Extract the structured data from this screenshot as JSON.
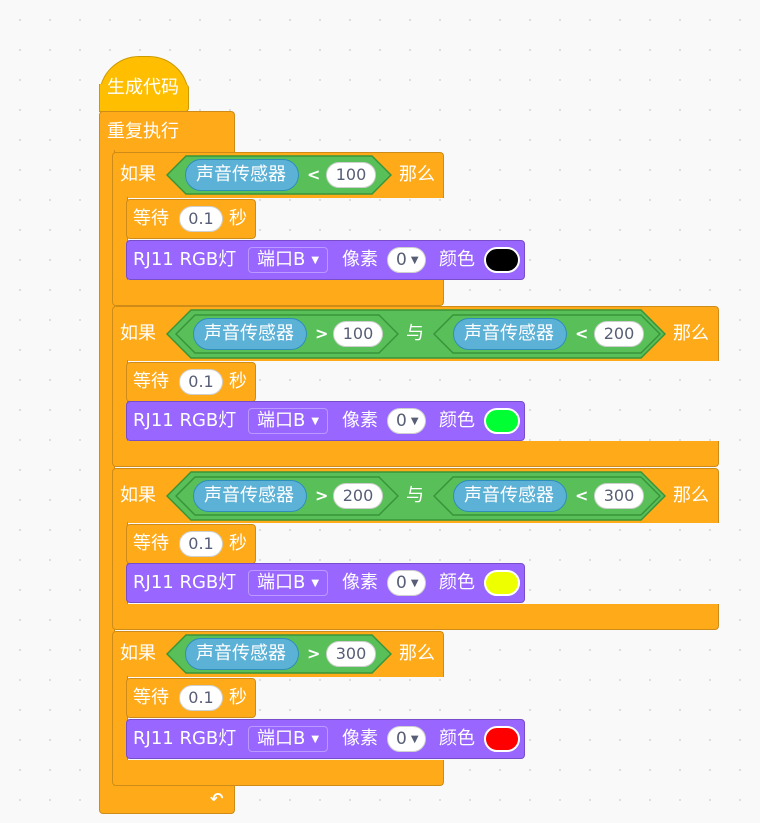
{
  "hat": {
    "label": "生成代码"
  },
  "forever": {
    "label": "重复执行"
  },
  "ifs": [
    {
      "if_label": "如果",
      "then_label": "那么",
      "cond": [
        {
          "sensor": "声音传感器",
          "op": "<",
          "value": "100"
        }
      ],
      "wait": {
        "label": "等待",
        "value": "0.1",
        "unit": "秒"
      },
      "rgb": {
        "label": "RJ11 RGB灯",
        "port": "端口B",
        "pixel_label": "像素",
        "pixel": "0",
        "color_label": "颜色",
        "color": "#000000"
      }
    },
    {
      "if_label": "如果",
      "then_label": "那么",
      "and_label": "与",
      "cond": [
        {
          "sensor": "声音传感器",
          "op": ">",
          "value": "100"
        },
        {
          "sensor": "声音传感器",
          "op": "<",
          "value": "200"
        }
      ],
      "wait": {
        "label": "等待",
        "value": "0.1",
        "unit": "秒"
      },
      "rgb": {
        "label": "RJ11 RGB灯",
        "port": "端口B",
        "pixel_label": "像素",
        "pixel": "0",
        "color_label": "颜色",
        "color": "#00ff33"
      }
    },
    {
      "if_label": "如果",
      "then_label": "那么",
      "and_label": "与",
      "cond": [
        {
          "sensor": "声音传感器",
          "op": ">",
          "value": "200"
        },
        {
          "sensor": "声音传感器",
          "op": "<",
          "value": "300"
        }
      ],
      "wait": {
        "label": "等待",
        "value": "0.1",
        "unit": "秒"
      },
      "rgb": {
        "label": "RJ11 RGB灯",
        "port": "端口B",
        "pixel_label": "像素",
        "pixel": "0",
        "color_label": "颜色",
        "color": "#eeff00"
      }
    },
    {
      "if_label": "如果",
      "then_label": "那么",
      "cond": [
        {
          "sensor": "声音传感器",
          "op": ">",
          "value": "300"
        }
      ],
      "wait": {
        "label": "等待",
        "value": "0.1",
        "unit": "秒"
      },
      "rgb": {
        "label": "RJ11 RGB灯",
        "port": "端口B",
        "pixel_label": "像素",
        "pixel": "0",
        "color_label": "颜色",
        "color": "#ff0000"
      }
    }
  ],
  "icons": {
    "loop": "loop-arrow-icon",
    "dropdown": "caret-down-icon"
  }
}
